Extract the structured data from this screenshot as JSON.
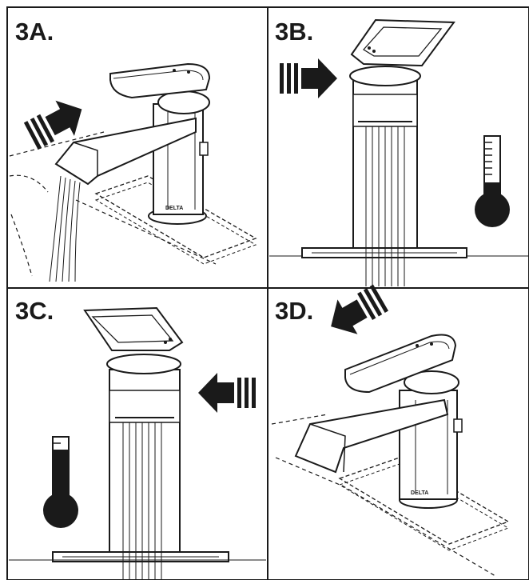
{
  "figure": {
    "panels": [
      {
        "label": "3A.",
        "description_icon": "faucet-pull-forward"
      },
      {
        "label": "3B.",
        "description_icon": "faucet-handle-right-cold"
      },
      {
        "label": "3C.",
        "description_icon": "faucet-handle-left-hot"
      },
      {
        "label": "3D.",
        "description_icon": "faucet-push-back-off"
      }
    ],
    "brand_mark": "DELTA",
    "colors": {
      "ink": "#1a1a1a",
      "paper": "#ffffff"
    }
  }
}
